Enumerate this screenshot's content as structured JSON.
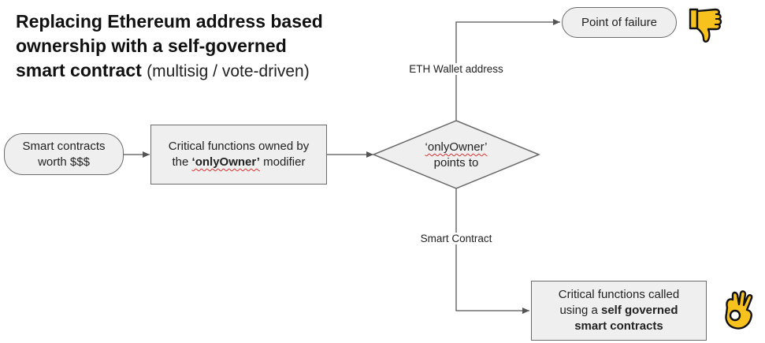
{
  "title": {
    "line1": "Replacing Ethereum address based",
    "line2": "ownership with a self-governed",
    "line3_bold": "smart contract",
    "line3_sub": "(multisig / vote-driven)"
  },
  "nodes": {
    "start": {
      "line1": "Smart contracts",
      "line2": "worth $$$"
    },
    "critical": {
      "line1": "Critical functions owned by",
      "pre": "the ",
      "bold": "‘onlyOwner’",
      "post": " modifier"
    },
    "decision": {
      "line1": "‘onlyOwner’",
      "line2": "points to"
    },
    "failure": {
      "label": "Point of failure"
    },
    "good": {
      "line1": "Critical functions called",
      "pre": "using a ",
      "bold1": "self governed",
      "bold2": "smart contracts"
    }
  },
  "edges": {
    "up_label": "ETH Wallet address",
    "down_label": "Smart Contract"
  },
  "icons": {
    "bad": "thumbs-down-icon",
    "good": "ok-hand-icon"
  },
  "colors": {
    "node_fill": "#efefef",
    "node_border": "#6b6b6b",
    "emoji_yellow": "#f7c21d",
    "squiggle": "#dd3333"
  }
}
